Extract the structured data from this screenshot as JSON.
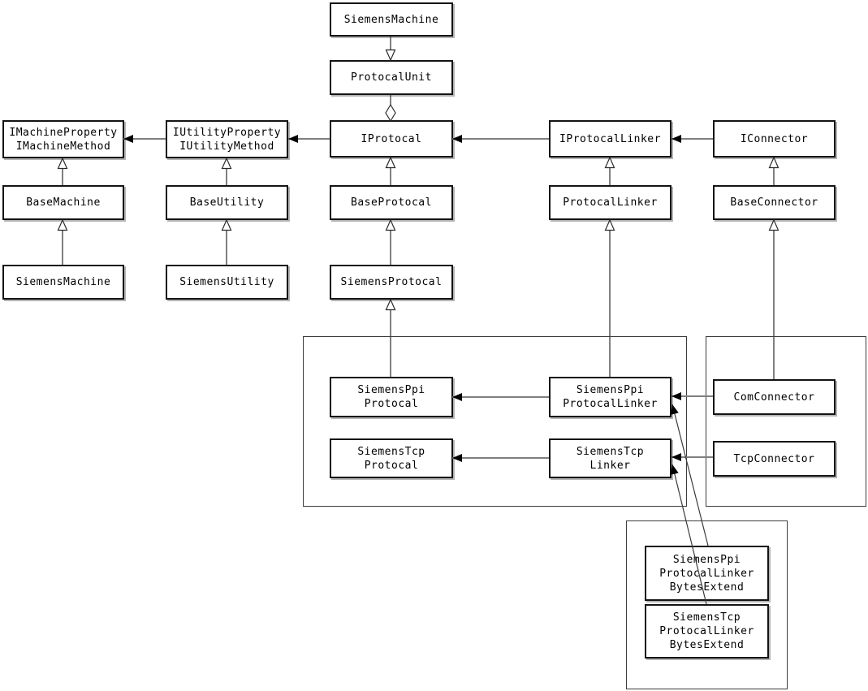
{
  "nodes": {
    "siemens_machine_top": "SiemensMachine",
    "protocal_unit": "ProtocalUnit",
    "i_machine": "IMachineProperty\nIMachineMethod",
    "i_utility": "IUtilityProperty\nIUtilityMethod",
    "i_protocal": "IProtocal",
    "i_protocal_linker": "IProtocalLinker",
    "i_connector": "IConnector",
    "base_machine": "BaseMachine",
    "base_utility": "BaseUtility",
    "base_protocal": "BaseProtocal",
    "protocal_linker": "ProtocalLinker",
    "base_connector": "BaseConnector",
    "siemens_machine": "SiemensMachine",
    "siemens_utility": "SiemensUtility",
    "siemens_protocal": "SiemensProtocal",
    "siemens_ppi_protocal": "SiemensPpi\nProtocal",
    "siemens_tcp_protocal": "SiemensTcp\nProtocal",
    "siemens_ppi_protocal_linker": "SiemensPpi\nProtocalLinker",
    "siemens_tcp_linker": "SiemensTcp\nLinker",
    "com_connector": "ComConnector",
    "tcp_connector": "TcpConnector",
    "ppi_bytes_extend": "SiemensPpi\nProtocalLinker\nBytesExtend",
    "tcp_bytes_extend": "SiemensTcp\nProtocalLinker\nBytesExtend"
  },
  "edges": [
    {
      "type": "generalization-down",
      "from": "SiemensMachine(top)",
      "to": "ProtocalUnit"
    },
    {
      "type": "aggregation",
      "from": "ProtocalUnit",
      "to": "IProtocal"
    },
    {
      "type": "association",
      "from": "IUtilityProperty/IUtilityMethod",
      "to": "IMachineProperty/IMachineMethod"
    },
    {
      "type": "association",
      "from": "IProtocal",
      "to": "IUtilityProperty/IUtilityMethod"
    },
    {
      "type": "association",
      "from": "IProtocalLinker",
      "to": "IProtocal"
    },
    {
      "type": "association",
      "from": "IConnector",
      "to": "IProtocalLinker"
    },
    {
      "type": "generalization",
      "from": "BaseMachine",
      "to": "IMachineProperty/IMachineMethod"
    },
    {
      "type": "generalization",
      "from": "SiemensMachine",
      "to": "BaseMachine"
    },
    {
      "type": "generalization",
      "from": "BaseUtility",
      "to": "IUtilityProperty/IUtilityMethod"
    },
    {
      "type": "generalization",
      "from": "SiemensUtility",
      "to": "BaseUtility"
    },
    {
      "type": "generalization",
      "from": "BaseProtocal",
      "to": "IProtocal"
    },
    {
      "type": "generalization",
      "from": "SiemensProtocal",
      "to": "BaseProtocal"
    },
    {
      "type": "generalization",
      "from": "SiemensPpiProtocal",
      "to": "SiemensProtocal"
    },
    {
      "type": "generalization",
      "from": "ProtocalLinker",
      "to": "IProtocalLinker"
    },
    {
      "type": "generalization",
      "from": "SiemensPpiProtocalLinker",
      "to": "ProtocalLinker"
    },
    {
      "type": "generalization",
      "from": "BaseConnector",
      "to": "IConnector"
    },
    {
      "type": "generalization",
      "from": "ComConnector",
      "to": "BaseConnector"
    },
    {
      "type": "association",
      "from": "SiemensPpiProtocalLinker",
      "to": "SiemensPpiProtocal"
    },
    {
      "type": "association",
      "from": "SiemensTcpLinker",
      "to": "SiemensTcpProtocal"
    },
    {
      "type": "association",
      "from": "ComConnector",
      "to": "SiemensPpiProtocalLinker"
    },
    {
      "type": "association",
      "from": "TcpConnector",
      "to": "SiemensTcpLinker"
    },
    {
      "type": "dependency",
      "from": "SiemensPpiProtocalLinkerBytesExtend",
      "to": "SiemensPpiProtocalLinker"
    },
    {
      "type": "dependency",
      "from": "SiemensTcpProtocalLinkerBytesExtend",
      "to": "SiemensTcpLinker"
    }
  ],
  "colors": {
    "box_border": "#141414",
    "box_shadow": "#b4b4b4",
    "association_line": "#7f7f7f",
    "thin_line": "#3c3c3c",
    "background": "#ffffff"
  }
}
